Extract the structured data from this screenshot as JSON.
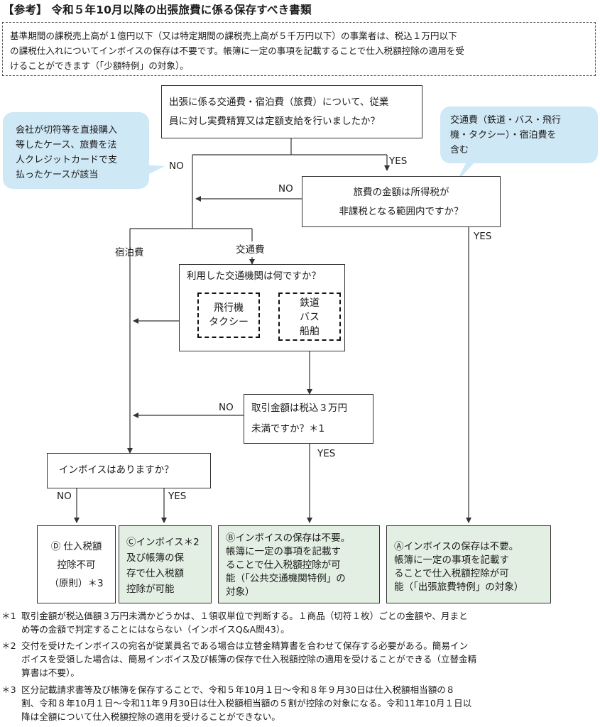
{
  "title": "【参考】 令和５年10月以降の出張旅費に係る保存すべき書類",
  "note": {
    "dot": "・",
    "text": "基準期間の課税売上高が１億円以下（又は特定期間の課税売上高が５千万円以下）の事業者は、税込１万円以下\nの課税仕入れについてインボイスの保存は不要です。帳簿に一定の事項を記載することで仕入税額控除の適用を受\nけることができます（「少額特例」の対象）。"
  },
  "flow": {
    "q1": "出張に係る交通費・宿泊費（旅費）について、従業\n員に対し実費精算又は定額支給を行いましたか？",
    "bubble_left": "会社が切符等を直接購入\n等したケース、旅費を法\n人クレジットカードで支\n払ったケースが該当",
    "bubble_right": "交通費（鉄道・バス・飛行\n機・タクシー）・宿泊費を\n含む",
    "q2": "旅費の金額は所得税が\n非課税となる範囲内ですか？",
    "label_no": "NO",
    "label_yes": "YES",
    "lodging": "宿泊費",
    "transport": "交通費",
    "q3": "利用した交通機関は何ですか？",
    "air_taxi": "飛行機\nタクシー",
    "rail_bus_ship": "鉄道\nバス\n船舶",
    "q4": "取引金額は税込３万円\n未満ですか？＊1",
    "q5": "インボイスはありますか？",
    "result_d": "Ⓓ 仕入税額\n控除不可\n（原則）＊3",
    "result_c": "Ⓒインボイス＊2\n及び帳簿の保\n存で仕入税額\n控除が可能",
    "result_b": "Ⓑインボイスの保存は不要。\n帳簿に一定の事項を記載す\nることで仕入税額控除が可\n能（「公共交通機関特例」の\n対象）",
    "result_a": "Ⓐインボイスの保存は不要。\n帳簿に一定の事項を記載す\nることで仕入税額控除が可\n能（「出張旅費特例」の対象）"
  },
  "footnotes": [
    {
      "mark": "＊1",
      "text": "取引金額が税込価額３万円未満かどうかは、１領収単位で判断する。１商品（切符１枚）ごとの金額や、月まと\nめ等の金額で判定することにはならない（インボイスQ&A問43）。"
    },
    {
      "mark": "＊2",
      "text": "交付を受けたインボイスの宛名が従業員名である場合は立替金精算書を合わせて保存する必要がある。簡易イン\nボイスを受領した場合は、簡易インボイス及び帳簿の保存で仕入税額控除の適用を受けることができる（立替金精\n算書は不要）。"
    },
    {
      "mark": "＊3",
      "text": "区分記載請求書等及び帳簿を保存することで、令和５年10月１日～令和８年９月30日は仕入税額相当額の８\n割、令和８年10月１日～令和11年９月30日は仕入税額相当額の５割が控除の対象になる。令和11年10月１日以\n降は全額について仕入税額控除の適用を受けることができない。"
    }
  ],
  "colors": {
    "bubble": "#cfe8f5",
    "result_green": "#e4efe4",
    "line": "#333333"
  }
}
